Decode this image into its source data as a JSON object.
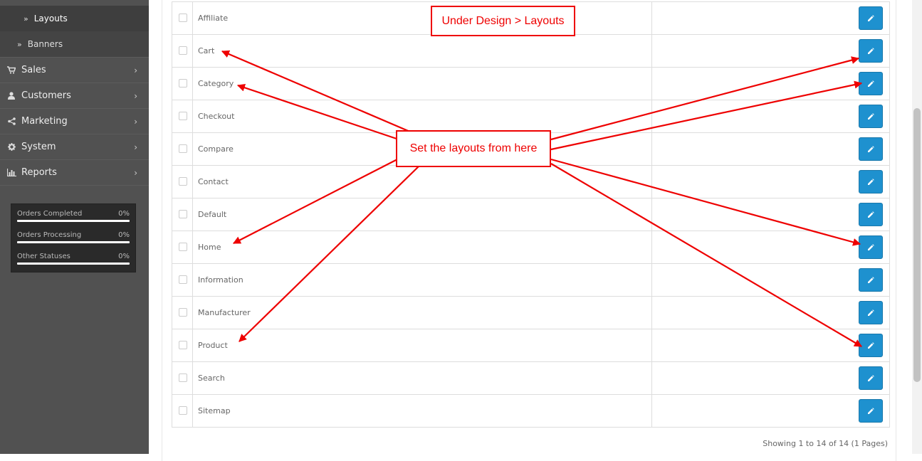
{
  "sidebar": {
    "sub_items": [
      {
        "label": "Layouts"
      },
      {
        "label": "Banners"
      }
    ],
    "nav": [
      {
        "label": "Sales",
        "icon": "shopping-cart-icon"
      },
      {
        "label": "Customers",
        "icon": "user-icon"
      },
      {
        "label": "Marketing",
        "icon": "share-icon"
      },
      {
        "label": "System",
        "icon": "gear-icon"
      },
      {
        "label": "Reports",
        "icon": "bar-chart-icon"
      }
    ],
    "stats": [
      {
        "label": "Orders Completed",
        "value": "0%"
      },
      {
        "label": "Orders Processing",
        "value": "0%"
      },
      {
        "label": "Other Statuses",
        "value": "0%"
      }
    ]
  },
  "layouts": {
    "rows": [
      {
        "name": "Affiliate"
      },
      {
        "name": "Cart"
      },
      {
        "name": "Category"
      },
      {
        "name": "Checkout"
      },
      {
        "name": "Compare"
      },
      {
        "name": "Contact"
      },
      {
        "name": "Default"
      },
      {
        "name": "Home"
      },
      {
        "name": "Information"
      },
      {
        "name": "Manufacturer"
      },
      {
        "name": "Product"
      },
      {
        "name": "Search"
      },
      {
        "name": "Sitemap"
      }
    ],
    "pagination_text": "Showing 1 to 14 of 14 (1 Pages)"
  },
  "annotations": {
    "top_label": "Under Design > Layouts",
    "center_label": "Set the layouts from here",
    "color": "#ee0000"
  },
  "colors": {
    "sidebar": "#515151",
    "edit_button": "#1e91cf"
  }
}
